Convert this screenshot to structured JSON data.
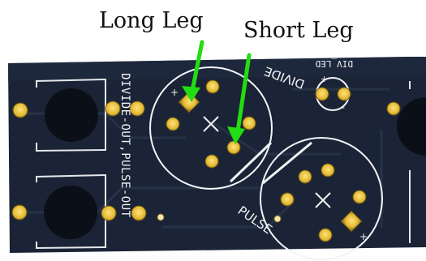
{
  "captions": {
    "long_leg": "Long Leg",
    "short_leg": "Short Leg"
  },
  "silkscreen": {
    "vertical_label": "DIVIDE-OUT,PULSE-OUT",
    "divide": "DIVIDE",
    "pulse": "PULSE",
    "led_label": "DIV_LED",
    "plus": "+",
    "minus": "-"
  },
  "colors": {
    "board": "#1a2334",
    "board_dark": "#111827",
    "silkscreen": "#f3f4f6",
    "gold_pad": "#e2b933",
    "arrow": "#22dd11",
    "background": "#ffffff"
  },
  "icons": {
    "arrow": "arrow-down-icon",
    "cross": "cross-mark-icon"
  }
}
